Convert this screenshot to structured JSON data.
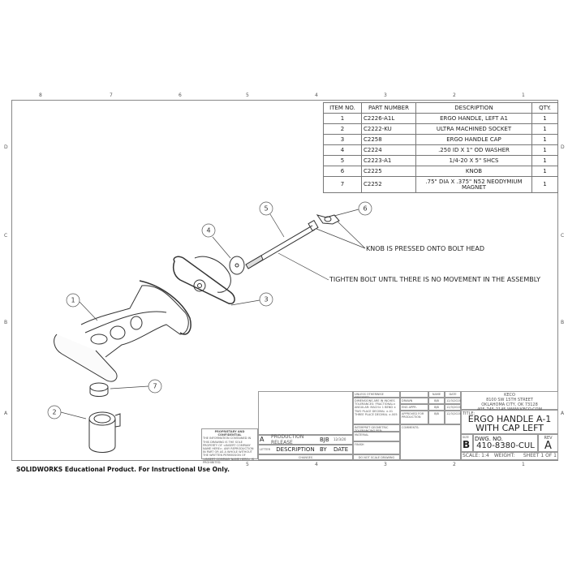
{
  "zones": {
    "top": [
      "8",
      "7",
      "6",
      "5",
      "4",
      "3",
      "2",
      "1"
    ],
    "side": [
      "D",
      "C",
      "B",
      "A"
    ],
    "bottom": [
      "5",
      "4",
      "3",
      "2",
      "1"
    ]
  },
  "bom": {
    "headers": [
      "ITEM NO.",
      "PART NUMBER",
      "DESCRIPTION",
      "QTY."
    ],
    "rows": [
      [
        "1",
        "C2226-A1L",
        "ERGO HANDLE, LEFT A1",
        "1"
      ],
      [
        "2",
        "C2222-KU",
        "ULTRA MACHINED SOCKET",
        "1"
      ],
      [
        "3",
        "C2258",
        "ERGO HANDLE CAP",
        "1"
      ],
      [
        "4",
        "C2224",
        ".250 ID X 1\" OD WASHER",
        "1"
      ],
      [
        "5",
        "C2223-A1",
        "1/4-20 X 5\" SHCS",
        "1"
      ],
      [
        "6",
        "C2225",
        "KNOB",
        "1"
      ],
      [
        "7",
        "C2252",
        ".75\" DIA X .375\" N52 NEODYMIUM MAGNET",
        "1"
      ]
    ]
  },
  "balloons": [
    "1",
    "2",
    "3",
    "4",
    "5",
    "6",
    "7"
  ],
  "notes": {
    "knob": "KNOB IS PRESSED ONTO BOLT HEAD",
    "bolt": "TIGHTEN BOLT UNTIL THERE IS NO MOVEMENT IN THE ASSEMBLY"
  },
  "title_block": {
    "proprietary_title": "PROPRIETARY AND CONFIDENTIAL",
    "proprietary_text": "THE INFORMATION CONTAINED IN THIS DRAWING IS THE SOLE PROPERTY OF <INSERT COMPANY NAME HERE>. ANY REPRODUCTION IN PART OR AS A WHOLE WITHOUT THE WRITTEN PERMISSION OF <INSERT COMPANY NAME HERE> IS PROHIBITED.",
    "revision": {
      "letter": "A",
      "description": "PRODUCTION RELEASE",
      "by": "BJB",
      "date": "12/3/20"
    },
    "rev_headers": {
      "letter": "LETTER",
      "description": "DESCRIPTION",
      "by": "BY",
      "date": "DATE",
      "changes": "CHANGES"
    },
    "unless": "UNLESS OTHERWISE SPECIFIED:",
    "tolerances": "DIMENSIONS ARE IN INCHES TOLERANCES: FRACTIONAL± ANGULAR: MACH± 1 BEND ± TWO PLACE DECIMAL ±.01 THREE PLACE DECIMAL ±.005",
    "interpret": "INTERPRET GEOMETRIC TOLERANCING PER:",
    "material": "MATERIAL",
    "finish": "FINISH",
    "do_not_scale": "DO NOT SCALE DRAWING",
    "name_header": "NAME",
    "date_header": "DATE",
    "approvals": [
      {
        "role": "DRAWN",
        "name": "BJB",
        "date": "12/3/2020"
      },
      {
        "role": "ENG APPR.",
        "name": "BJB",
        "date": "12/3/2020"
      },
      {
        "role": "APPROVED FOR PRODUCTION",
        "name": "BJB",
        "date": "12/3/2020"
      }
    ],
    "comments": "COMMENTS:",
    "company": "KECO",
    "address1": "8100 SW 15TH STREET",
    "address2": "OKLAHOMA CITY, OK 73128",
    "address3": "405-745-2145  WWW.KECO.COM",
    "title_label": "TITLE:",
    "title": "ERGO HANDLE A-1 WITH CAP LEFT",
    "size_label": "SIZE",
    "size": "B",
    "dwg_label": "DWG.  NO.",
    "dwg_no": "410-8380-CUL",
    "rev_label": "REV",
    "rev": "A",
    "scale": "SCALE: 1:4",
    "weight": "WEIGHT:",
    "sheet": "SHEET 1 OF 1"
  },
  "footer": "SOLIDWORKS Educational Product. For Instructional Use Only."
}
